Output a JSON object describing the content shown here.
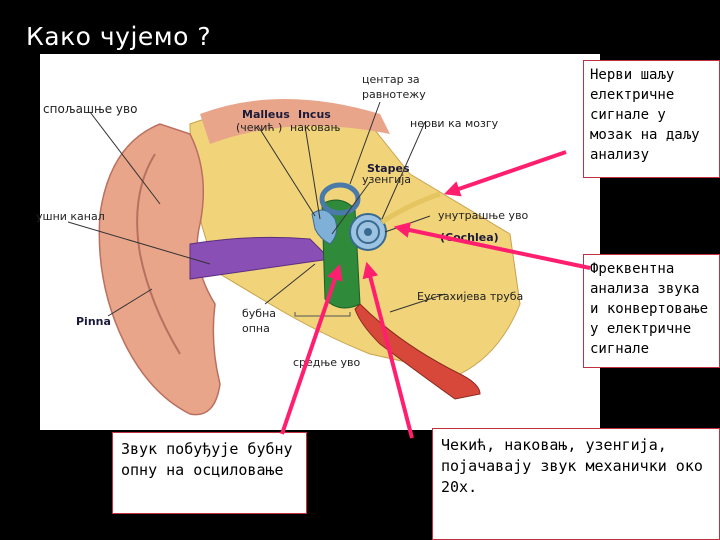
{
  "title": "Како чујемо ?",
  "labels": {
    "outer_ear": "спољашње уво",
    "malleus": "Malleus",
    "malleus_sr": "(чекић )",
    "incus": "Incus",
    "incus_sr": "наковањ",
    "balance_center": "центар за\nравнотежу",
    "nerves_to_brain": "нерви ка мозгу",
    "stapes": "Stapes",
    "stapes_sr": "узенгија",
    "inner_ear": "унутрашње уво",
    "cochlea": "(Cochlea)",
    "ear_canal": "ушни канал",
    "eustachian_tube": "Еустахијева труба",
    "eardrum": "бубна\nопна",
    "pinna": "Pinna",
    "middle_ear": "средње уво"
  },
  "callouts": {
    "nerves": "Нерви шаљу електричне сигнале у мозак на даљу анализу",
    "frequency": "Фреквентна анализа звука и конвертовање у електричне сигнале",
    "eardrum_vibration": "Звук побуђује бубну опну на осциловање",
    "ossicles": "Чекић, наковањ, узенгија, појачавају звук механички око 20х."
  },
  "colors": {
    "background": "#000000",
    "arrow": "#ff1f6e",
    "callout_border": "#c03040",
    "skin": "#e8a58a",
    "bone": "#f1d37a",
    "canal": "#8a4fb5",
    "middle_ear": "#2f8a3a",
    "cochlea": "#7fb0d8",
    "tube": "#d8483a"
  }
}
